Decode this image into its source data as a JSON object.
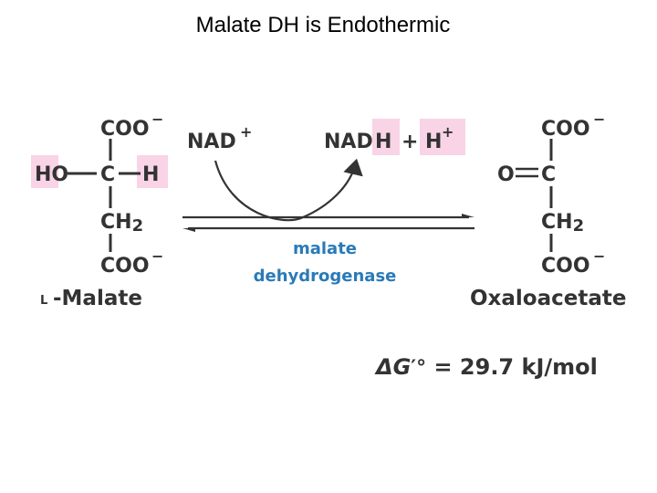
{
  "title": "Malate DH is Endothermic",
  "colors": {
    "highlight": "#f9d3e6",
    "enzyme_text": "#2a7ab8",
    "structure_text": "#333333"
  },
  "reactant": {
    "top_group": "COO",
    "top_charge": "−",
    "ho": "HO",
    "c": "C",
    "h": "H",
    "ch": "CH",
    "ch_sub": "2",
    "bottom_group": "COO",
    "bottom_charge": "−",
    "prefix": "L",
    "name": "-Malate"
  },
  "cofactors": {
    "nad": "NAD",
    "nad_charge": "+",
    "nadh_base": "NAD",
    "nadh_h": "H",
    "plus": "+",
    "proton": "H",
    "proton_charge": "+"
  },
  "enzyme": {
    "line1": "malate",
    "line2": "dehydrogenase"
  },
  "product": {
    "top_group": "COO",
    "top_charge": "−",
    "o": "O",
    "c": "C",
    "ch": "CH",
    "ch_sub": "2",
    "bottom_group": "COO",
    "bottom_charge": "−",
    "name": "Oxaloacetate"
  },
  "energy": {
    "delta": "ΔG",
    "prime_deg": "′°",
    "equals_value": " = 29.7 kJ/mol"
  }
}
